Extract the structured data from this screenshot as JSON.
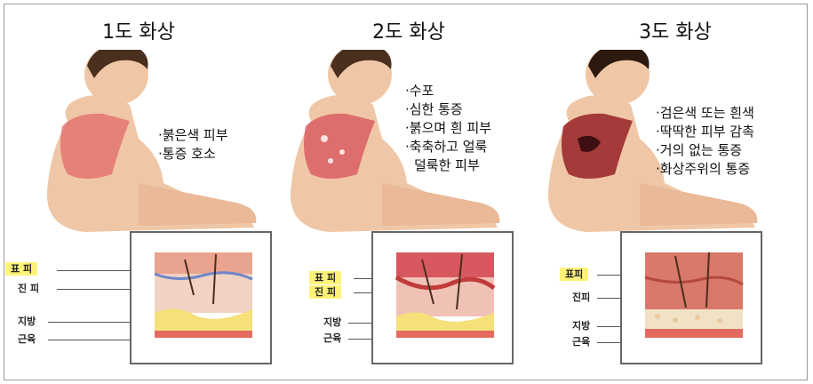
{
  "panels": [
    {
      "title": "1도 화상",
      "symptoms": [
        "·붉은색 피부",
        "·통증 호소"
      ],
      "layers": {
        "epidermis": "표 피",
        "dermis": "진 피",
        "fat": "지방",
        "muscle": "근육"
      }
    },
    {
      "title": "2도 화상",
      "symptoms": [
        "·수포",
        "·심한 통증",
        "·붉으며 흰 피부",
        "·축축하고 얼룩",
        "덜룩한 피부"
      ],
      "layers": {
        "epidermis": "표 피",
        "dermis": "진 피",
        "fat": "지방",
        "muscle": "근육"
      }
    },
    {
      "title": "3도 화상",
      "symptoms": [
        "·검은색 또는 흰색",
        "·딱딱한 피부 감촉",
        "·거의 없는 통증",
        "·화상주위의 통증"
      ],
      "layers": {
        "epidermis": "표피",
        "dermis": "진피",
        "fat": "지방",
        "muscle": "근육"
      }
    }
  ],
  "colors": {
    "skin": "#f0c7a6",
    "skin_shade": "#d9a07e",
    "burn1": "#e26a6a",
    "burn2": "#d8585f",
    "burn3": "#9b2a2e",
    "highlight": "#fff27a",
    "fat": "#f6e07a",
    "muscle": "#e46a5f"
  }
}
